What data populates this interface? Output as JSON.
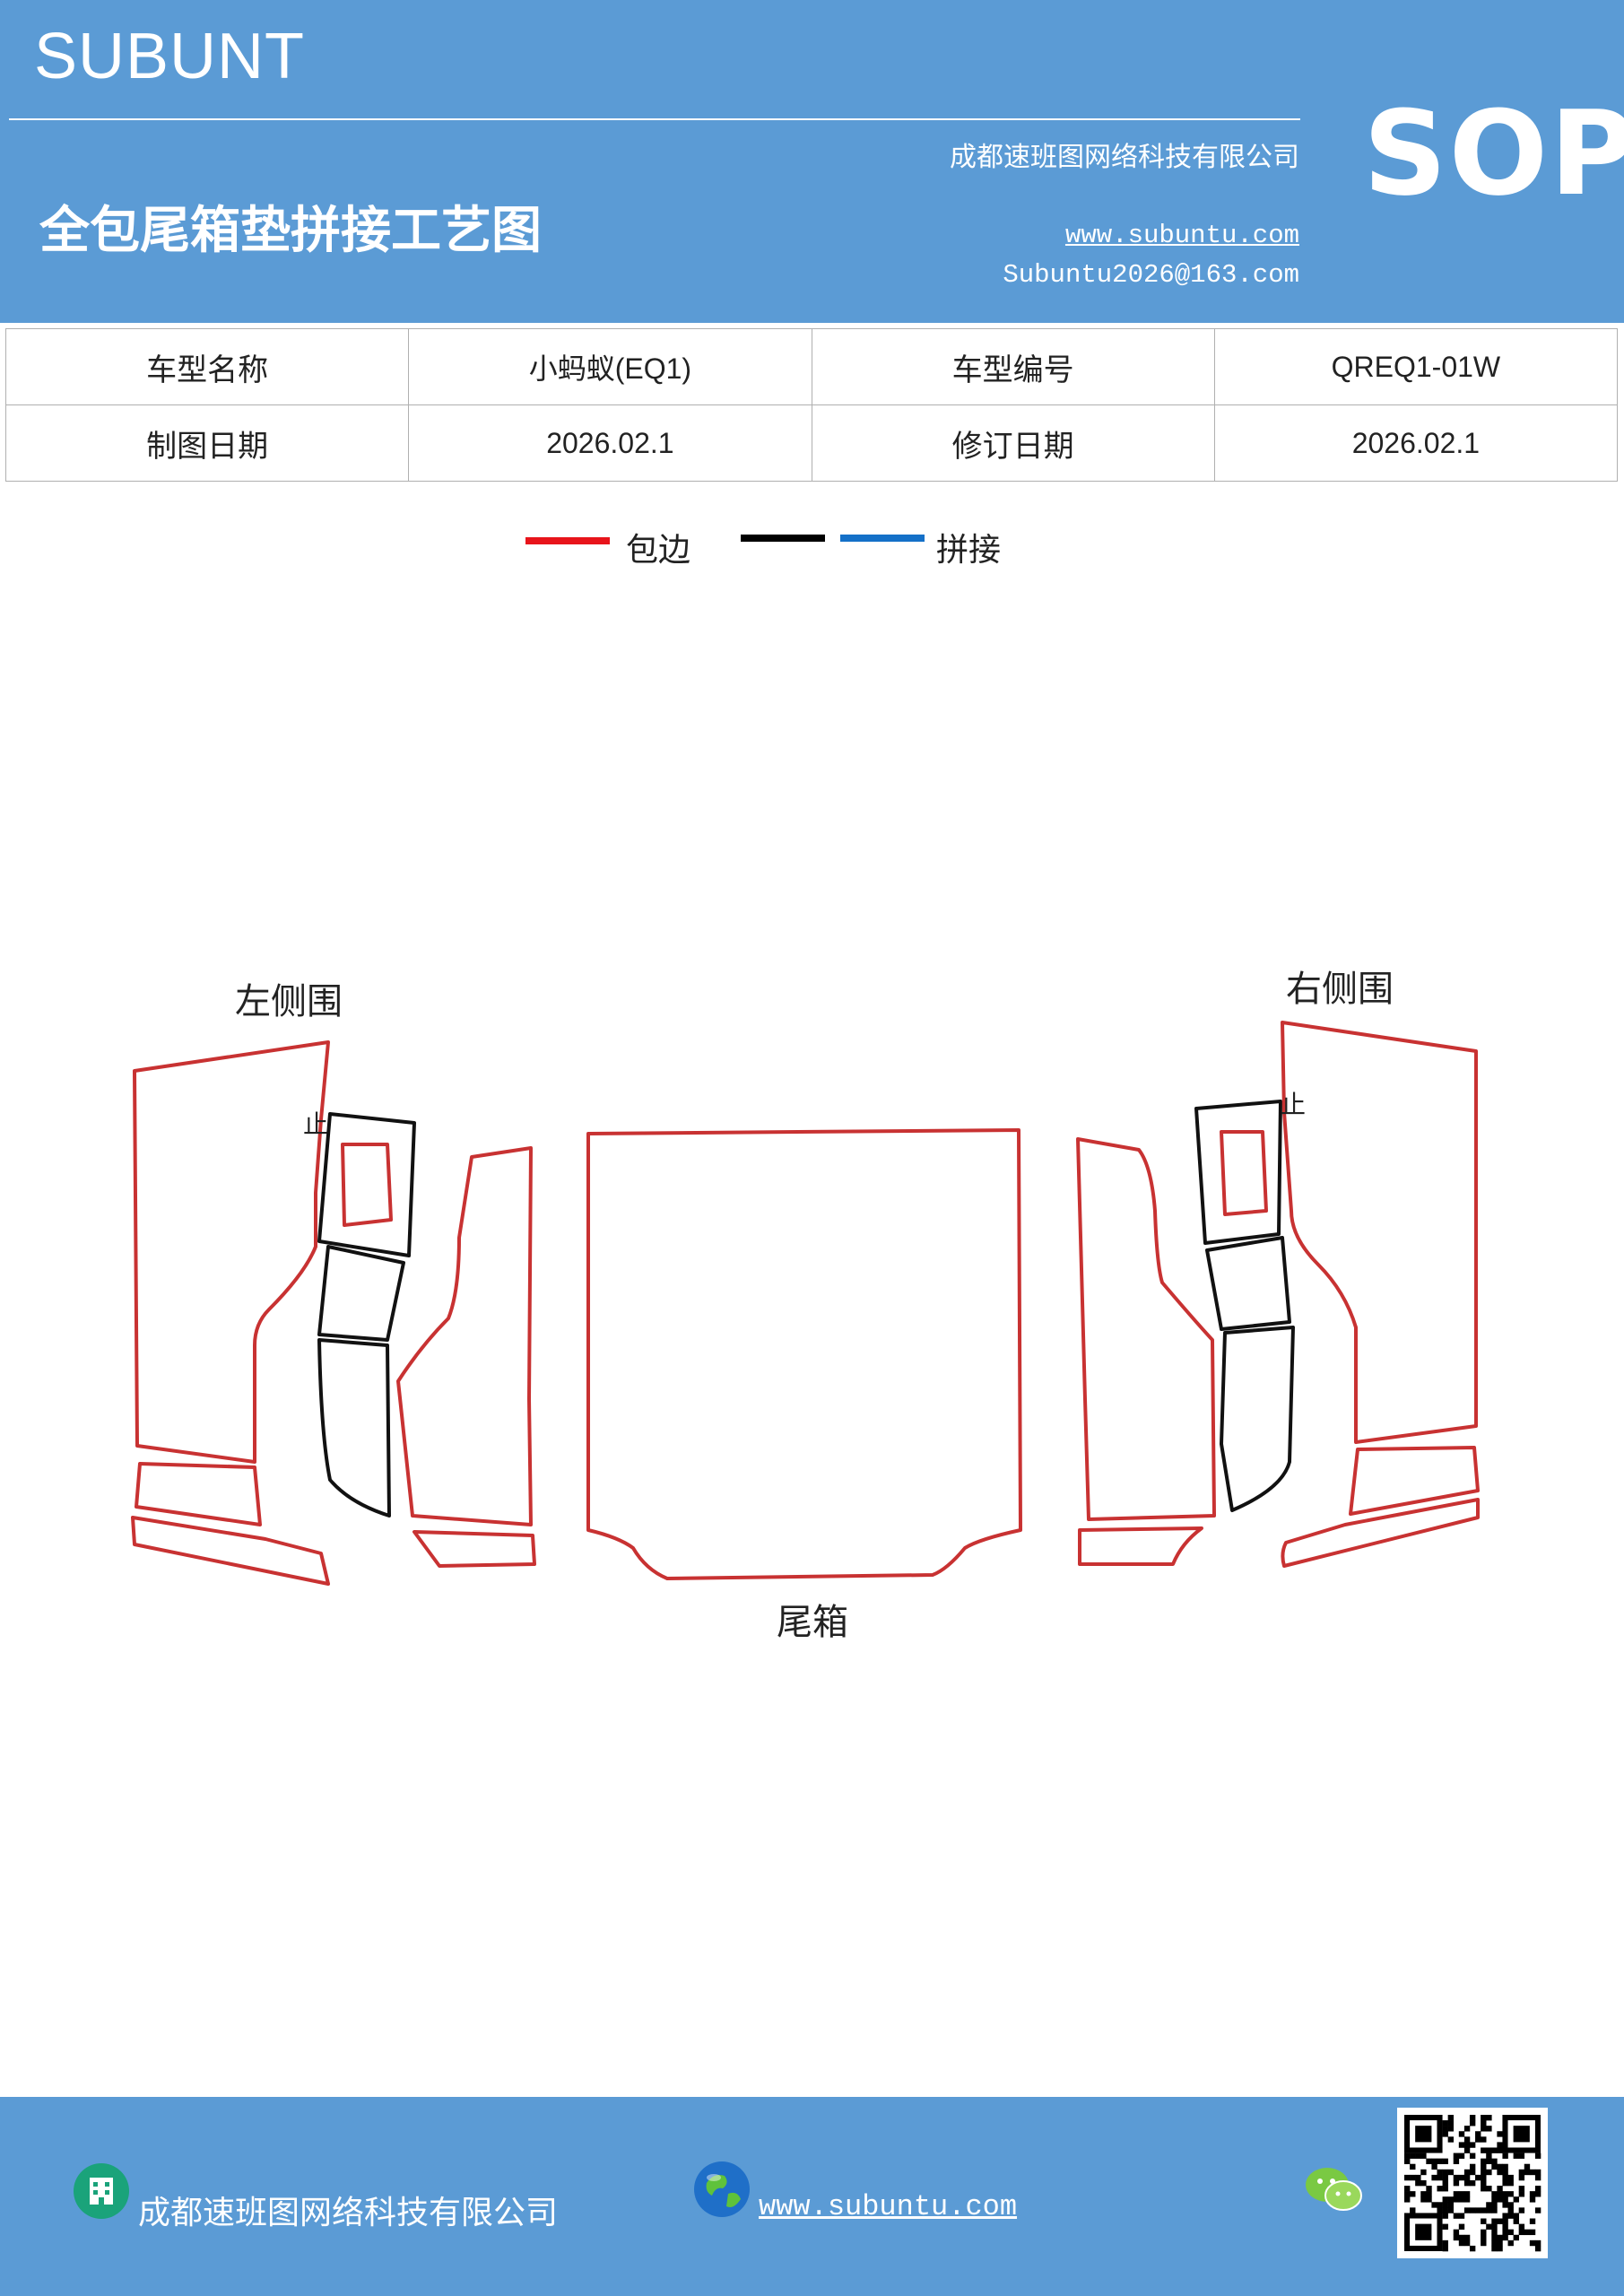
{
  "header": {
    "brand": "SUBUNT",
    "company": "成都速班图网络科技有限公司",
    "title": "全包尾箱垫拼接工艺图",
    "website": "www.subuntu.com",
    "email": "Subuntu2026@163.com",
    "badge": "SOP"
  },
  "info_table": {
    "rows": [
      [
        "车型名称",
        "小蚂蚁(EQ1)",
        "车型编号",
        "QREQ1-01W"
      ],
      [
        "制图日期",
        "2026.02.1",
        "修订日期",
        "2026.02.1"
      ]
    ]
  },
  "legend": {
    "items": [
      {
        "label": "包边",
        "color": "#e8141b"
      },
      {
        "label": "",
        "color": "#000000"
      },
      {
        "label": "拼接",
        "color": "#1470c8"
      }
    ]
  },
  "diagram": {
    "left_label": "左侧围",
    "right_label": "右侧围",
    "center_label": "尾箱",
    "left_mark": "止",
    "right_mark": "止",
    "edge_color": "#c83232",
    "seam_color": "#111111"
  },
  "footer": {
    "company": "成都速班图网络科技有限公司",
    "website": "www.subuntu.com"
  }
}
